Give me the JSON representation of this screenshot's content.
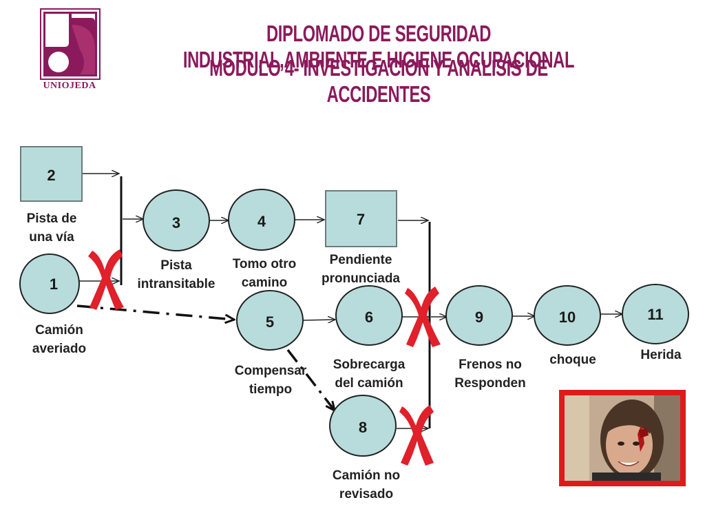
{
  "header": {
    "title_line1": "DIPLOMADO DE SEGURIDAD INDUSTRIAL,AMBIENTE E HIGIENE OCUPACIONAL",
    "title_line2": "MODULO 4- INVESTIGACION Y ANALISIS DE ACCIDENTES",
    "logo_text": "UNIOJEDA"
  },
  "colors": {
    "brand": "#8b1a5c",
    "node_fill": "#b8dcdc",
    "node_stroke": "#6b7b7b",
    "x_mark": "#e0202a",
    "photo_frame": "#e01a1a"
  },
  "nodes": {
    "n1": {
      "number": "1",
      "label_lines": [
        "Camión",
        "averiado"
      ]
    },
    "n2": {
      "number": "2",
      "label_lines": [
        "Pista de",
        "una vía"
      ]
    },
    "n3": {
      "number": "3",
      "label_lines": [
        "Pista",
        "intransitable"
      ]
    },
    "n4": {
      "number": "4",
      "label_lines": [
        "Tomo otro",
        "camino"
      ]
    },
    "n5": {
      "number": "5",
      "label_lines": [
        "Compensar",
        "tiempo"
      ]
    },
    "n6": {
      "number": "6",
      "label_lines": [
        "Sobrecarga",
        "del camión"
      ]
    },
    "n7": {
      "number": "7",
      "label_lines": [
        "Pendiente",
        "pronunciada"
      ]
    },
    "n8": {
      "number": "8",
      "label_lines": [
        "Camión no",
        "revisado"
      ]
    },
    "n9": {
      "number": "9",
      "label_lines": [
        "Frenos no",
        "Responden"
      ]
    },
    "n10": {
      "number": "10",
      "label_lines": [
        "choque"
      ]
    },
    "n11": {
      "number": "11",
      "label_lines": [
        "Herida"
      ]
    }
  },
  "photo": {
    "subject": "injured-woman-photo"
  }
}
